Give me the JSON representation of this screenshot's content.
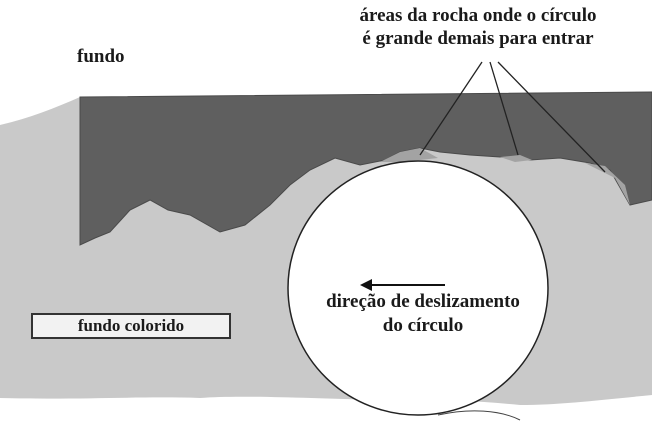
{
  "labels": {
    "background": "fundo",
    "rock_areas_line1": "áreas da rocha onde o círculo",
    "rock_areas_line2": "é grande demais para entrar",
    "colored_background": "fundo colorido",
    "slide_direction_line1": "direção de deslizamento",
    "slide_direction_line2": "do círculo"
  },
  "colors": {
    "rock": "#5f5f5f",
    "rock_edge": "#4a4a4a",
    "colored_background": "#c9c9c9",
    "background": "#ffffff",
    "gap_regions": "#a3a3a3",
    "ink": "#1a1a1a"
  }
}
